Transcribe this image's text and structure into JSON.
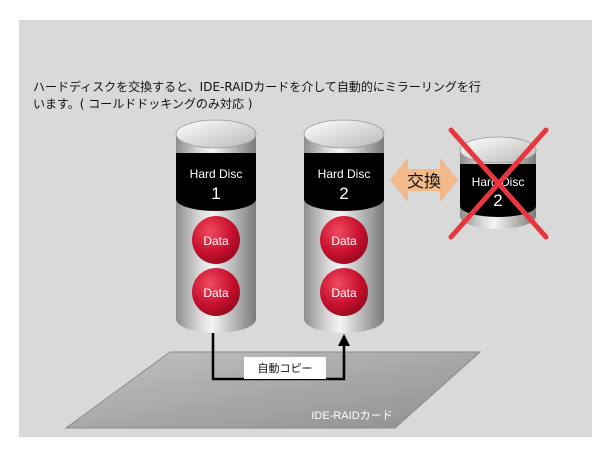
{
  "caption": {
    "line1": "ハードディスクを交換すると、IDE-RAIDカードを介して自動的にミラーリングを行",
    "line2": "います。( コールドドッキングのみ対応 )"
  },
  "disk1": {
    "label": "Hard Disc",
    "number": "1",
    "data_labels": [
      "Data",
      "Data"
    ]
  },
  "disk2": {
    "label": "Hard Disc",
    "number": "2",
    "data_labels": [
      "Data",
      "Data"
    ]
  },
  "disk_removed": {
    "label": "Hard Disc",
    "number": "2"
  },
  "exchange_label": "交換",
  "copy_label": "自動コピー",
  "card_label": "IDE-RAIDカード",
  "colors": {
    "panel": "#d9d9d9",
    "data_circle": "#c8102e",
    "exchange_arrow": "#f2b98a",
    "cross": "#e8353e",
    "board": "#a8a8a8",
    "disk_label_bg": "#000000"
  }
}
